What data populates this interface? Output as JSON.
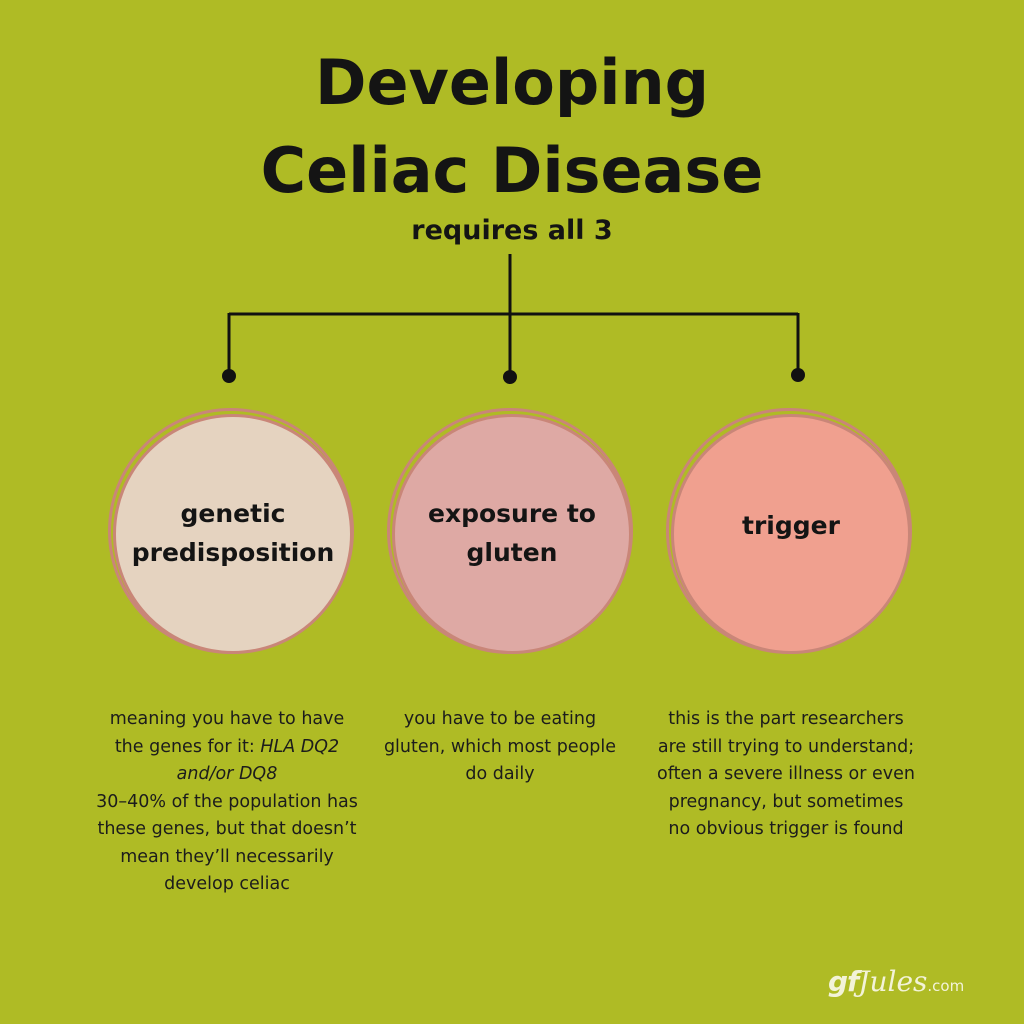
{
  "title": {
    "line1": "Developing",
    "line2": "Celiac Disease",
    "subtitle": "requires all 3"
  },
  "nodes": [
    {
      "label_line1": "genetic",
      "label_line2": "predisposition",
      "color": "#e5d3c0",
      "desc_line1": "meaning you have to have the genes for it:",
      "desc_italic": "HLA DQ2 and/or DQ8",
      "desc_line2": "30–40% of the population has these genes, but that doesn’t mean they’ll necessarily develop celiac"
    },
    {
      "label_line1": "exposure to",
      "label_line2": "gluten",
      "color": "#dea9a4",
      "desc": "you have to be eating gluten, which most people do daily"
    },
    {
      "label": "trigger",
      "color": "#f0a08f",
      "desc": "this is the part researchers are still trying to understand; often a severe illness or even pregnancy, but sometimes no obvious trigger is found"
    }
  ],
  "colors": {
    "background": "#afbb25",
    "connector": "#111111",
    "circle_border": "#c98678"
  },
  "logo": {
    "gf": "gf",
    "jules": "Jules",
    "dotcom": ".com"
  }
}
